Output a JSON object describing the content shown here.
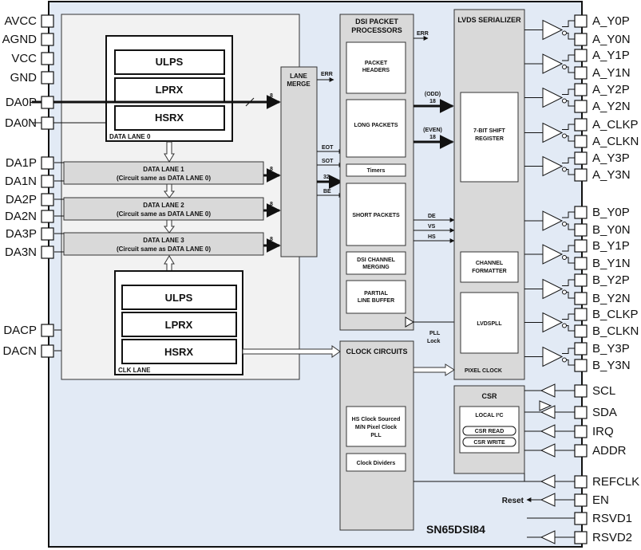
{
  "left_pins": [
    "AVCC",
    "AGND",
    "VCC",
    "GND",
    "DA0P",
    "DA0N",
    "DA1P",
    "DA1N",
    "DA2P",
    "DA2N",
    "DA3P",
    "DA3N",
    "DACP",
    "DACN"
  ],
  "right_pins_a": [
    "A_Y0P",
    "A_Y0N",
    "A_Y1P",
    "A_Y1N",
    "A_Y2P",
    "A_Y2N",
    "A_CLKP",
    "A_CLKN",
    "A_Y3P",
    "A_Y3N"
  ],
  "right_pins_b": [
    "B_Y0P",
    "B_Y0N",
    "B_Y1P",
    "B_Y1N",
    "B_Y2P",
    "B_Y2N",
    "B_CLKP",
    "B_CLKN",
    "B_Y3P",
    "B_Y3N"
  ],
  "right_pins_ctrl": [
    "SCL",
    "SDA",
    "IRQ",
    "ADDR",
    "REFCLK",
    "EN",
    "RSVD1",
    "RSVD2"
  ],
  "data_lane0": {
    "label": "DATA LANE 0",
    "blocks": [
      "ULPS",
      "LPRX",
      "HSRX"
    ]
  },
  "data_lanes": [
    {
      "line1": "DATA LANE 1",
      "line2": "(Circuit same as DATA LANE 0)"
    },
    {
      "line1": "DATA LANE 2",
      "line2": "(Circuit same as DATA LANE 0)"
    },
    {
      "line1": "DATA LANE 3",
      "line2": "(Circuit same as DATA LANE 0)"
    }
  ],
  "clk_lane": {
    "label": "CLK LANE",
    "blocks": [
      "ULPS",
      "LPRX",
      "HSRX"
    ]
  },
  "lane_merge": {
    "line1": "LANE",
    "line2": "MERGE",
    "err": "ERR"
  },
  "bus_widths": {
    "lane": "8",
    "b32": "32",
    "odd": "18",
    "even": "18"
  },
  "signals": {
    "eot": "EOT",
    "sot": "SOT",
    "be": "BE",
    "de": "DE",
    "vs": "VS",
    "hs": "HS",
    "odd": "(ODD)",
    "even": "(EVEN)",
    "pll": "PLL",
    "lock": "Lock",
    "pixel_clock": "PIXEL CLOCK",
    "reset": "Reset",
    "err": "ERR"
  },
  "dsi": {
    "title1": "DSI PACKET",
    "title2": "PROCESSORS",
    "blocks": [
      {
        "line1": "PACKET",
        "line2": "HEADERS"
      },
      {
        "line1": "LONG PACKETS",
        "line2": ""
      },
      {
        "line1": "Timers",
        "line2": ""
      },
      {
        "line1": "SHORT PACKETS",
        "line2": ""
      },
      {
        "line1": "DSI CHANNEL",
        "line2": "MERGING"
      },
      {
        "line1": "PARTIAL",
        "line2": "LINE BUFFER"
      }
    ]
  },
  "lvds": {
    "title": "LVDS SERIALIZER",
    "shift": {
      "line1": "7-BIT SHIFT",
      "line2": "REGISTER"
    },
    "formatter": {
      "line1": "CHANNEL",
      "line2": "FORMATTER"
    },
    "pll": "LVDSPLL"
  },
  "clock": {
    "title": "CLOCK CIRCUITS",
    "pll": {
      "line1": "HS Clock Sourced",
      "line2": "M/N Pixel Clock",
      "line3": "PLL"
    },
    "dividers": "Clock Dividers"
  },
  "csr": {
    "title": "CSR",
    "local": "LOCAL I²C",
    "read": "CSR READ",
    "write": "CSR WRITE"
  },
  "part_number": "SN65DSI84"
}
